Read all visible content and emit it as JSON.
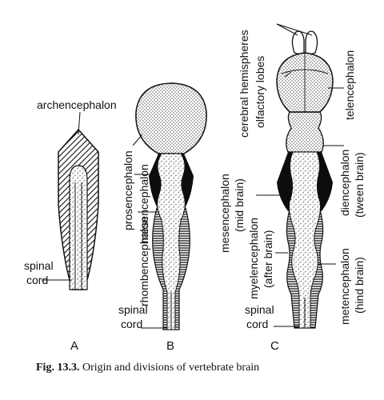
{
  "figure": {
    "panels": [
      "A",
      "B",
      "C"
    ],
    "labels": {
      "archencephalon": "archencephalon",
      "spinal_cord_a_1": "spinal",
      "spinal_cord_a_2": "cord",
      "prosencephalon": "prosencephalon",
      "mesencephalon": "mesencephalon",
      "rhombencephalon": "rhombencephalon",
      "spinal_cord_b_1": "spinal",
      "spinal_cord_b_2": "cord",
      "cerebral_hemispheres": "cerebral hemispheres",
      "olfactory_lobes": "olfactory lobes",
      "telencephalon": "telencephalon",
      "diencephalon": "diencephalon",
      "diencephalon_sub": "(tween brain)",
      "mesencephalon_c": "mesencephalon",
      "mesencephalon_sub": "(mid brain)",
      "myelencephalon": "myelencephalon",
      "myelencephalon_sub": "(after brain)",
      "metencephalon": "metencephalon",
      "metencephalon_sub": "(hind brain)",
      "spinal_cord_c_1": "spinal",
      "spinal_cord_c_2": "cord"
    },
    "caption_number": "Fig. 13.3.",
    "caption_text": "Origin and divisions of vertebrate brain"
  }
}
